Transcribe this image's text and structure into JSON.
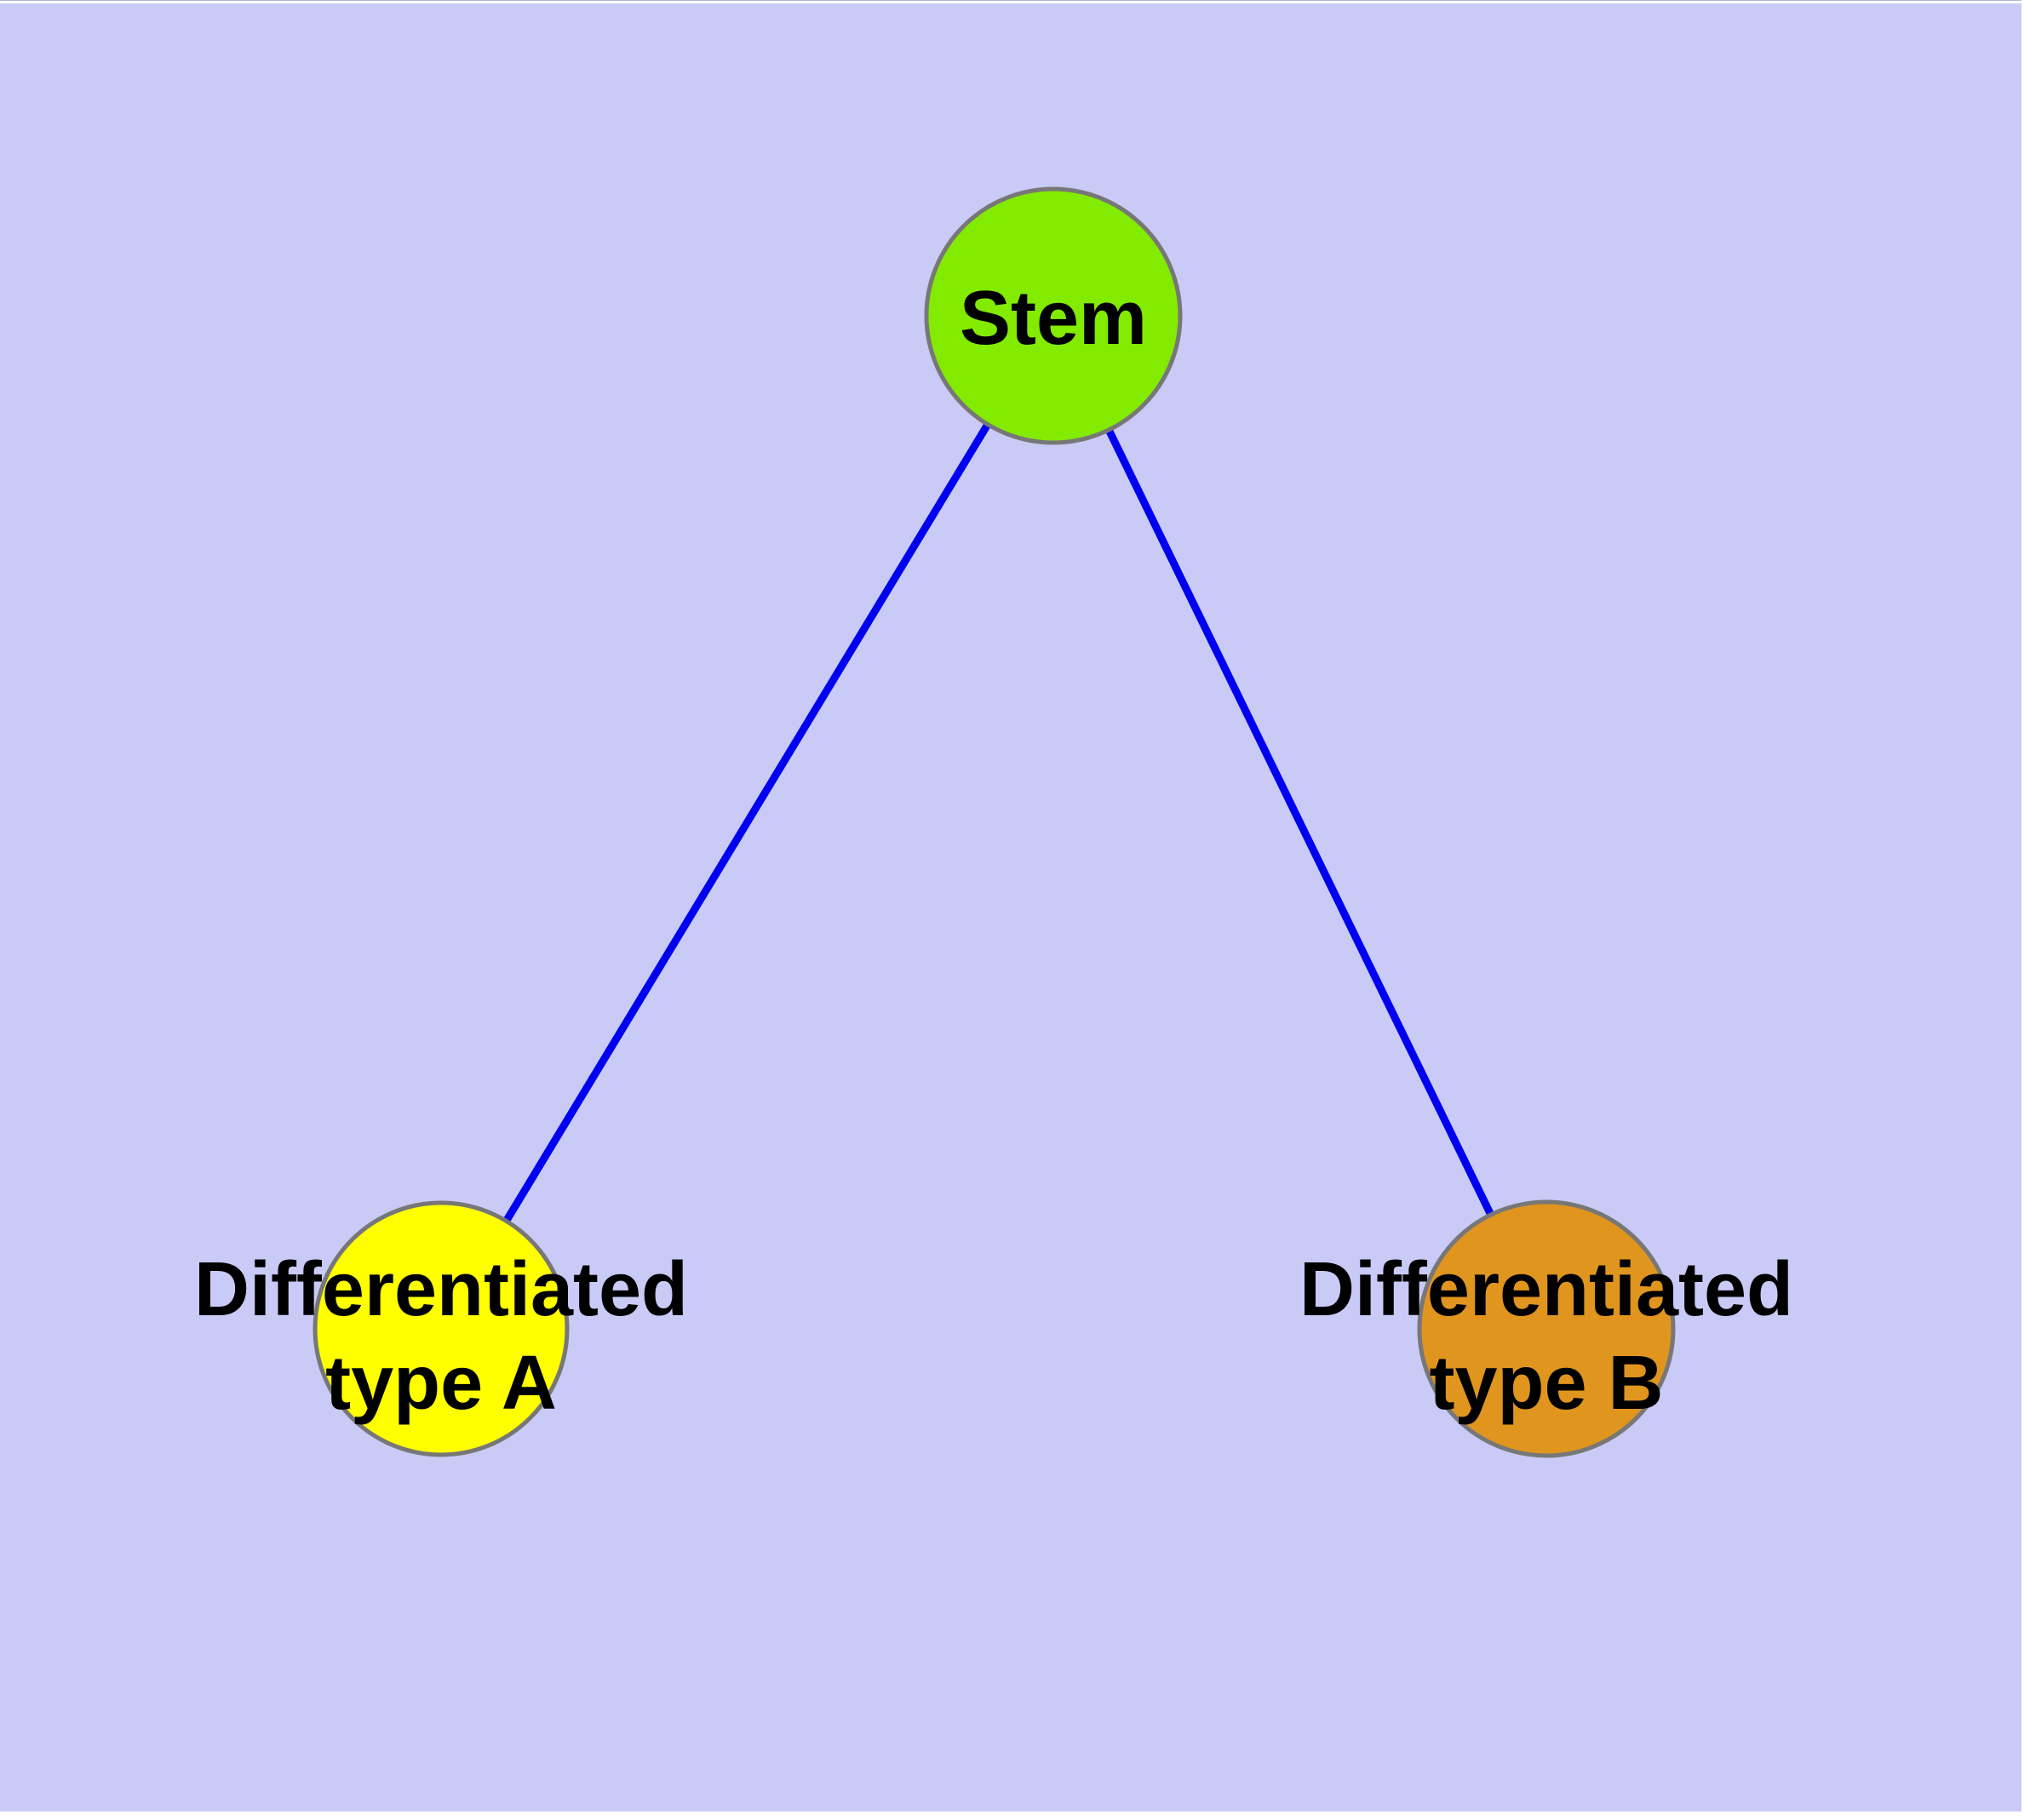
{
  "diagram": {
    "type": "graph",
    "nodes": [
      {
        "id": "stem",
        "label": "Stem",
        "lines": [
          "Stem"
        ],
        "fill": "#83eb00"
      },
      {
        "id": "differentiated-type-a",
        "label": "Differentiated type A",
        "lines": [
          "Differentiated",
          "type A"
        ],
        "fill": "#ffff00"
      },
      {
        "id": "differentiated-type-b",
        "label": "Differentiated type B",
        "lines": [
          "Differentiated",
          "type B"
        ],
        "fill": "#e0951f"
      }
    ],
    "edges": [
      {
        "from": "stem",
        "to": "differentiated-type-a"
      },
      {
        "from": "stem",
        "to": "differentiated-type-b"
      }
    ]
  },
  "colors": {
    "background": "#cacaf6",
    "node_border": "#777777",
    "edge": "#0000f0",
    "text": "#000000",
    "page_margin": "#ffffff",
    "top_edge_line": "#b5b5d5"
  }
}
